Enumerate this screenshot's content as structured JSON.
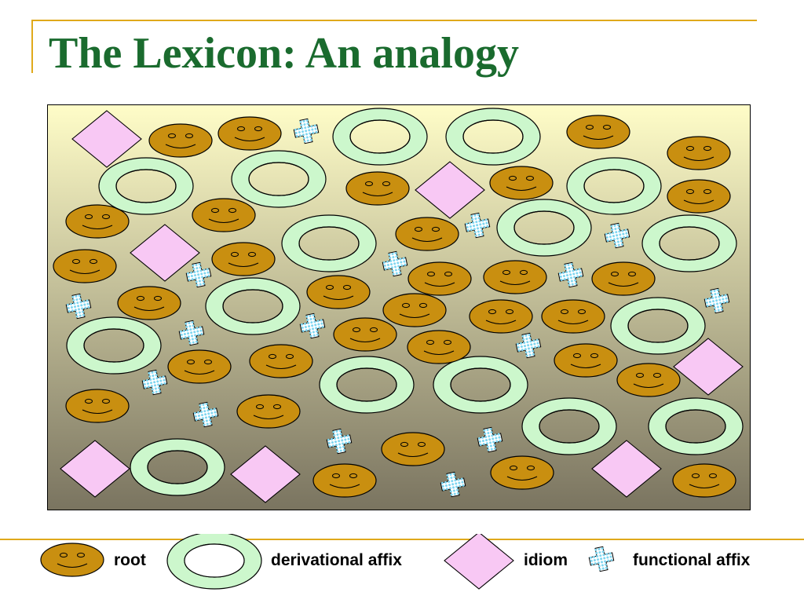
{
  "slide": {
    "title": "The Lexicon: An analogy"
  },
  "legend": {
    "root": "root",
    "derivational_affix": "derivational affix",
    "idiom": "idiom",
    "functional_affix": "functional affix"
  },
  "colors": {
    "title": "#1a6b2e",
    "accent_rule": "#e0a91b",
    "root_fill": "#c98f10",
    "root_stroke": "#000000",
    "affix_ring_fill": "#ccf7cc",
    "idiom_fill": "#f8c8f4",
    "functional_fill": "#ffffff",
    "functional_dots": "#7fd6f0",
    "panel_top": "#fffdc8",
    "panel_bottom": "#7a7460"
  },
  "icons": {
    "root": "smiley-face-icon",
    "derivational_affix": "donut-ring-icon",
    "idiom": "diamond-icon",
    "functional_affix": "puzzle-cross-icon"
  }
}
